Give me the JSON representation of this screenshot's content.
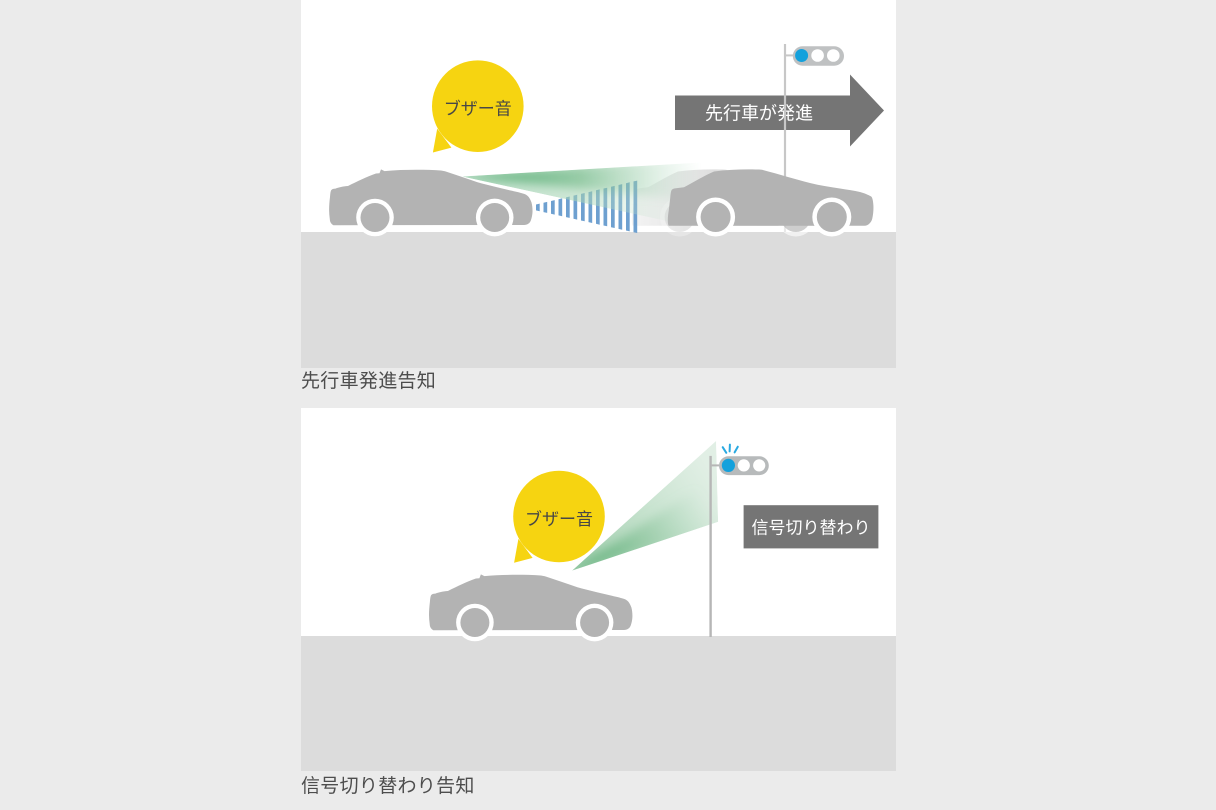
{
  "figure1": {
    "caption": "先行車発進告知",
    "bubble_label": "ブザー音",
    "arrow_label": "先行車が発進"
  },
  "figure2": {
    "caption": "信号切り替わり告知",
    "bubble_label": "ブザー音",
    "sign_label": "信号切り替わり"
  },
  "colors": {
    "page_background": "#ebebeb",
    "panel_background": "#ffffff",
    "road_gray": "#dcdcdc",
    "car_gray": "#b3b3b3",
    "dark_gray_label": "#757575",
    "signal_blue": "#14a1dc",
    "beam_blue": "#5e96cb",
    "cone_green": "#57ab72",
    "bubble_yellow": "#f6d411",
    "bubble_text": "#474747",
    "caption_text": "#4d4d4d",
    "label_text": "#ffffff"
  }
}
